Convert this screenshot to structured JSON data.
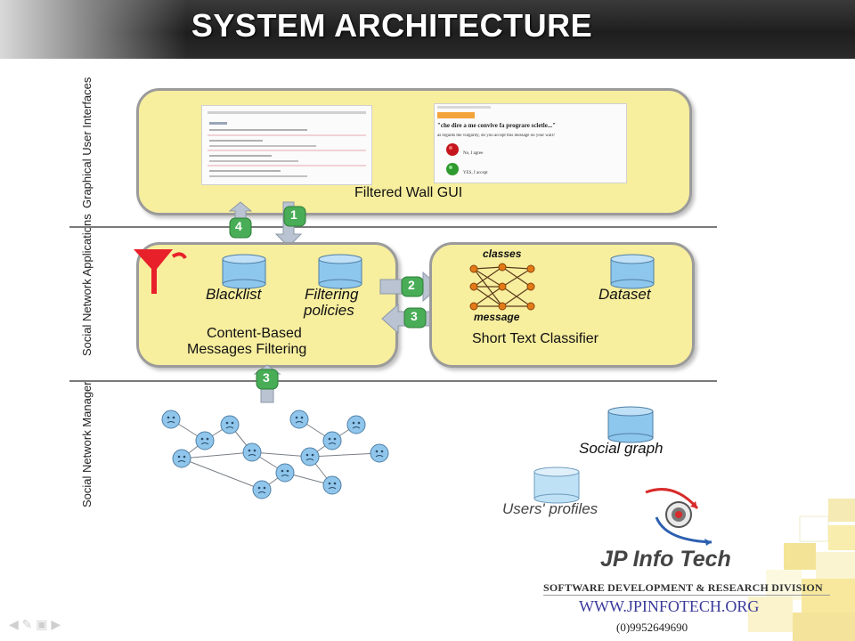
{
  "slide": {
    "title": "SYSTEM ARCHITECTURE"
  },
  "layers": {
    "gui": "Graphical User Interfaces",
    "apps": "Social Network Applications",
    "manager": "Social Network Manager"
  },
  "components": {
    "wall_gui": "Filtered Wall GUI",
    "cbmf_line1": "Content-Based",
    "cbmf_line2": "Messages Filtering",
    "blacklist": "Blacklist",
    "filtering_line1": "Filtering",
    "filtering_line2": "policies",
    "stc": "Short Text Classifier",
    "classes": "classes",
    "message": "message",
    "dataset": "Dataset",
    "social_graph": "Social graph",
    "users_profiles": "Users' profiles"
  },
  "arrows": {
    "a1": "1",
    "a2": "2",
    "a3_right": "3",
    "a3_bottom": "3",
    "a4": "4"
  },
  "mock_screen": {
    "question": "\"che dire a me convive fa prograre scletle...\"",
    "subquestion": "as regards the vulgarity, do you accept this message on your wall?",
    "option_yes": "No, I agree",
    "option_no": "YES, I accept"
  },
  "branding": {
    "company": "JP Info Tech",
    "division": "SOFTWARE DEVELOPMENT & RESEARCH DIVISION",
    "website": "WWW.JPINFOTECH.ORG",
    "phone": "(0)9952649690"
  },
  "colors": {
    "box_fill": "#f7ee9e",
    "box_border": "#9b9b9b",
    "cylinder": "#8ec7ee",
    "arrow": "#b9c3d1",
    "badge": "#48ad56",
    "funnel": "#e8202a",
    "node": "#90c6ec"
  }
}
